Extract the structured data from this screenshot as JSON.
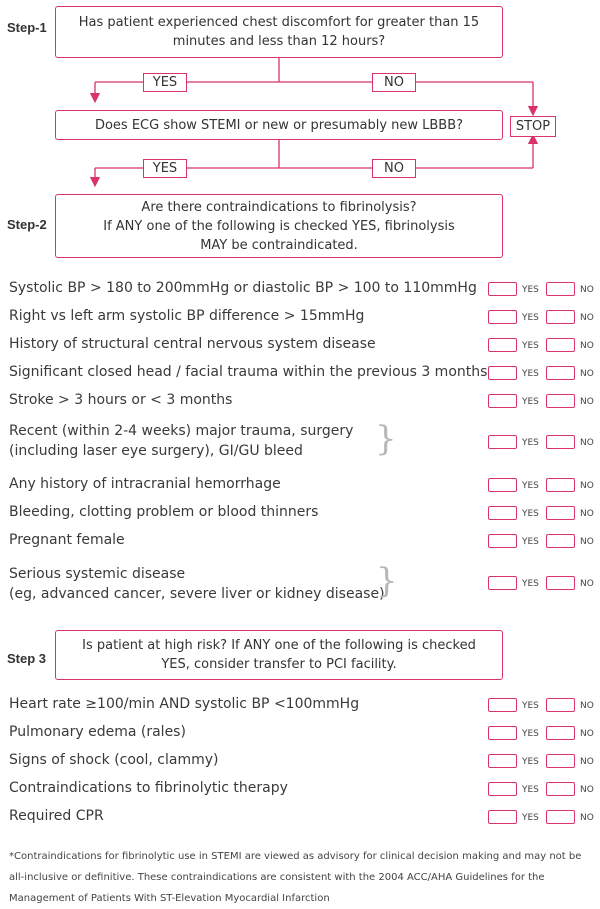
{
  "step1": {
    "label": "Step-1",
    "question_line1": "Has patient experienced chest discomfort for greater than 15",
    "question_line2": "minutes and less than 12 hours?",
    "yes": "YES",
    "no": "NO"
  },
  "ecg": {
    "question": "Does ECG show STEMI or new or presumably new LBBB?",
    "stop": "STOP",
    "yes": "YES",
    "no": "NO"
  },
  "step2": {
    "label": "Step-2",
    "question_line1": "Are there contraindications to fibrinolysis?",
    "question_line2": "If ANY one of the following is checked YES, fibrinolysis",
    "question_line3": "MAY be contraindicated.",
    "items": [
      {
        "line1": "Systolic BP > 180 to 200mmHg or diastolic BP > 100 to 110mmHg"
      },
      {
        "line1": "Right vs left arm systolic BP difference > 15mmHg"
      },
      {
        "line1": "History of structural central nervous system disease"
      },
      {
        "line1": "Significant closed head / facial trauma within the previous 3 months"
      },
      {
        "line1": "Stroke > 3 hours   or < 3 months"
      },
      {
        "line1": "Recent (within 2-4 weeks) major trauma, surgery",
        "line2": "(including laser eye surgery), GI/GU bleed"
      },
      {
        "line1": "Any history of intracranial hemorrhage"
      },
      {
        "line1": "Bleeding, clotting problem or blood thinners"
      },
      {
        "line1": "Pregnant female"
      },
      {
        "line1": "Serious systemic disease",
        "line2": "(eg, advanced cancer, severe liver or kidney disease)"
      }
    ]
  },
  "step3": {
    "label": "Step 3",
    "question_line1": "Is patient at high risk? If ANY one of the following is checked",
    "question_line2": "YES, consider transfer to PCI facility.",
    "items": [
      {
        "line1": "Heart rate ≥100/min AND systolic BP <100mmHg"
      },
      {
        "line1": "Pulmonary edema (rales)"
      },
      {
        "line1": "Signs of shock (cool, clammy)"
      },
      {
        "line1": "Contraindications to fibrinolytic therapy"
      },
      {
        "line1": "Required CPR"
      }
    ]
  },
  "checkbox_labels": {
    "yes": "YES",
    "no": "NO"
  },
  "footnote": "*Contraindications for fibrinolytic use in STEMI are viewed as advisory for clinical decision making and may not be all-inclusive or definitive. These contraindications are consistent with the 2004 ACC/AHA Guidelines for the Management of Patients With ST-Elevation Myocardial Infarction",
  "colors": {
    "accent": "#d8336a",
    "text": "#3a3a3a",
    "brace": "#b8b8b8"
  }
}
